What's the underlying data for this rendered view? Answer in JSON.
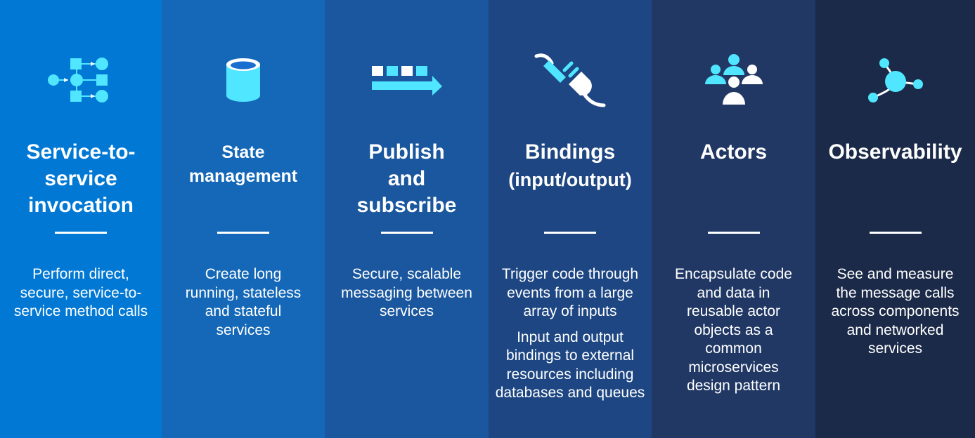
{
  "colors": {
    "icon": "#50e6ff",
    "columns": [
      "#0078d4",
      "#1468b7",
      "#1a579e",
      "#1d4682",
      "#213865",
      "#1b2a48"
    ]
  },
  "columns": [
    {
      "icon": "service-invocation-icon",
      "title": "Service-to-service invocation",
      "description": [
        "Perform direct, secure, service-to-service method calls"
      ]
    },
    {
      "icon": "database-icon",
      "title": "State management",
      "description": [
        "Create long running, stateless and stateful services"
      ]
    },
    {
      "icon": "queue-arrow-icon",
      "title": "Publish and subscribe",
      "description": [
        "Secure, scalable messaging between services"
      ]
    },
    {
      "icon": "plug-icon",
      "title": "Bindings",
      "subtitle": "(input/output)",
      "description": [
        "Trigger code through events from a large array of inputs",
        "Input and output bindings to external resources including databases and queues"
      ]
    },
    {
      "icon": "people-group-icon",
      "title": "Actors",
      "description": [
        "Encapsulate code and data in reusable actor objects as a common microservices design pattern"
      ]
    },
    {
      "icon": "network-nodes-icon",
      "title": "Observability",
      "description": [
        "See and measure the message calls across components and networked services"
      ]
    }
  ]
}
